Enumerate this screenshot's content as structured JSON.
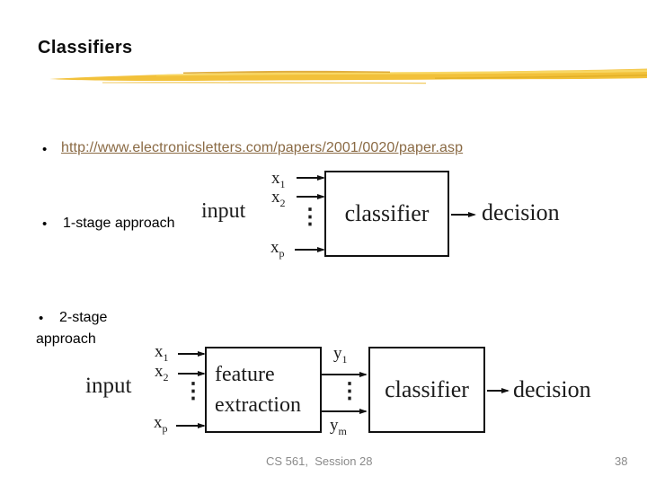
{
  "slide": {
    "title": "Classifiers",
    "bullet_glyph": "•",
    "bullets": {
      "link_text": "http://www.electronicsletters.com/papers/2001/0020/paper.asp",
      "one_stage": "1-stage approach",
      "two_stage_line1": "2-stage",
      "two_stage_line2": "approach"
    },
    "footer": {
      "course": "CS 561,  Session 28",
      "page_number": "38"
    },
    "colors": {
      "link": "#8a6a44",
      "footer_text": "#8a8a8a",
      "brush_gold": "#f2c13a",
      "brush_highlight": "#f8d968",
      "brush_dark": "#d99f1e"
    }
  },
  "diagram_one_stage": {
    "input_label": "input",
    "inputs": [
      {
        "base": "x",
        "sub": "1"
      },
      {
        "base": "x",
        "sub": "2"
      },
      {
        "base": "x",
        "sub": "p"
      }
    ],
    "input_ellipsis": "⋮",
    "classifier_label": "classifier",
    "decision_label": "decision"
  },
  "diagram_two_stage": {
    "input_label": "input",
    "inputs": [
      {
        "base": "x",
        "sub": "1"
      },
      {
        "base": "x",
        "sub": "2"
      },
      {
        "base": "x",
        "sub": "p"
      }
    ],
    "input_ellipsis": "⋮",
    "feature_box_line1": "feature",
    "feature_box_line2": "extraction",
    "features": [
      {
        "base": "y",
        "sub": "1"
      },
      {
        "base": "y",
        "sub": "m"
      }
    ],
    "feature_ellipsis": "⋮",
    "classifier_label": "classifier",
    "decision_label": "decision"
  }
}
